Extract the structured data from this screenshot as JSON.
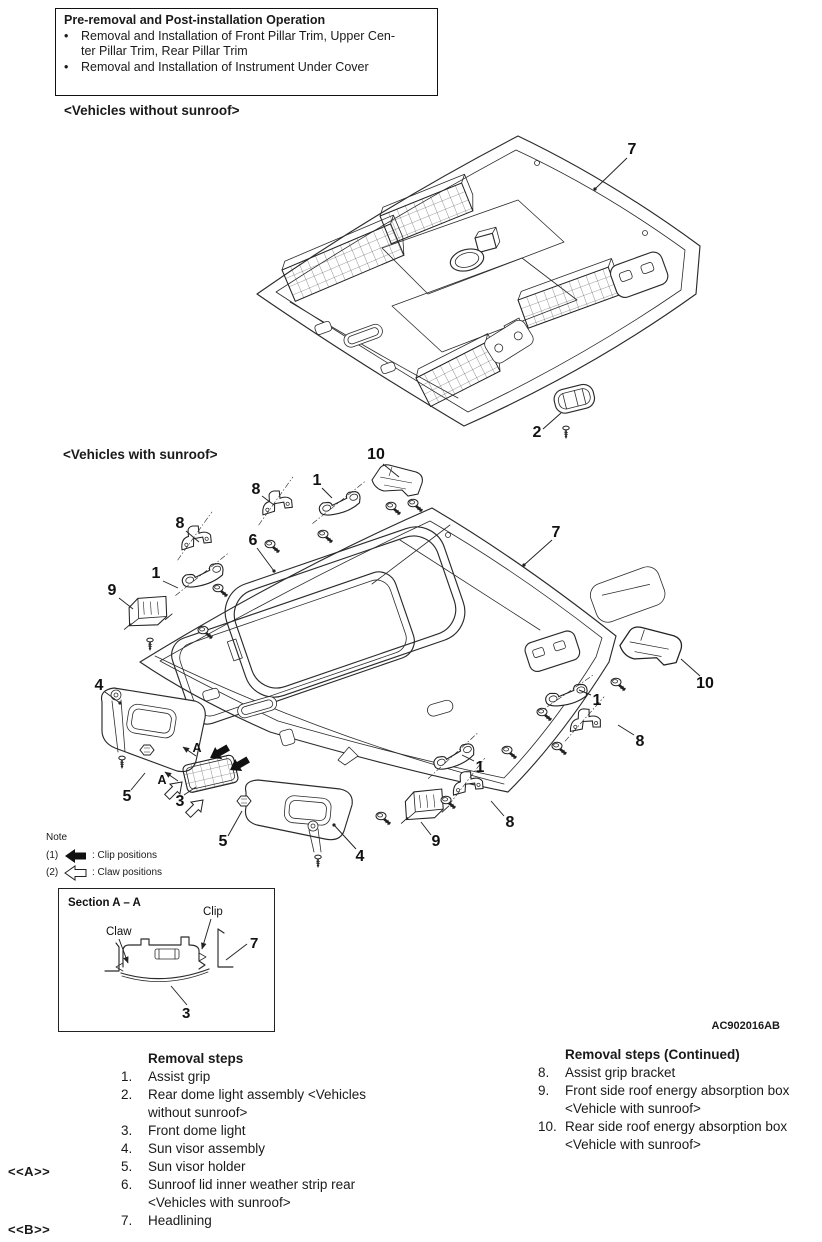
{
  "header_box": {
    "title": "Pre-removal and Post-installation Operation",
    "bullet_char": "•",
    "bullets": [
      "Removal and Installation of Front Pillar Trim, Upper Cen-\nter Pillar Trim, Rear Pillar Trim",
      "Removal and Installation of Instrument Under Cover"
    ]
  },
  "figures": {
    "no_sunroof": {
      "label": "<Vehicles without sunroof>",
      "callouts": {
        "headlining": "7",
        "rear_dome_light": "2"
      }
    },
    "sunroof": {
      "label": "<Vehicles with sunroof>",
      "callouts": {
        "c10_top": "10",
        "c8_top": "8",
        "c1_top": "1",
        "c8_left": "8",
        "c6": "6",
        "c7": "7",
        "c1_left": "1",
        "c9_left": "9",
        "c4_left": "4",
        "a1": "A",
        "a2": "A",
        "c5_left": "5",
        "c3": "3",
        "c5_right": "5",
        "c4_right": "4",
        "c10_right": "10",
        "c1_right": "1",
        "c8_right": "8",
        "c1_bottom": "1",
        "c8_bottom": "8",
        "c9_bottom": "9"
      }
    }
  },
  "note": {
    "heading": "Note",
    "clip_num": "(1)",
    "clip_text": ": Clip positions",
    "claw_num": "(2)",
    "claw_text": ": Claw positions"
  },
  "section_aa": {
    "title": "Section A – A",
    "claw_label": "Claw",
    "clip_label": "Clip",
    "callout_headlining": "7",
    "callout_dome_light": "3"
  },
  "figure_code": "AC902016AB",
  "removal_steps": {
    "title": "Removal steps",
    "items": [
      {
        "num": "1.",
        "text": "Assist grip"
      },
      {
        "num": "2.",
        "text": "Rear dome light assembly <Vehicles\nwithout sunroof>"
      },
      {
        "num": "3.",
        "text": "Front dome light"
      },
      {
        "num": "4.",
        "text": "Sun visor assembly"
      },
      {
        "num": "5.",
        "text": "Sun visor holder"
      },
      {
        "num": "6.",
        "text": "Sunroof lid inner weather strip rear\n<Vehicles with sunroof>"
      },
      {
        "num": "7.",
        "text": "Headlining"
      }
    ]
  },
  "removal_steps_continued": {
    "title": "Removal steps (Continued)",
    "items": [
      {
        "num": "8.",
        "text": "Assist grip bracket"
      },
      {
        "num": "9.",
        "text": "Front side roof energy absorption box\n<Vehicle with sunroof>"
      },
      {
        "num": "10.",
        "text": "Rear side roof energy absorption box\n<Vehicle with sunroof>"
      }
    ]
  },
  "margin_markers": {
    "a": "<<A>>",
    "b": "<<B>>"
  },
  "colors": {
    "ink": "#1a1a1a",
    "paper": "#ffffff",
    "line": "#2b2b2b"
  }
}
